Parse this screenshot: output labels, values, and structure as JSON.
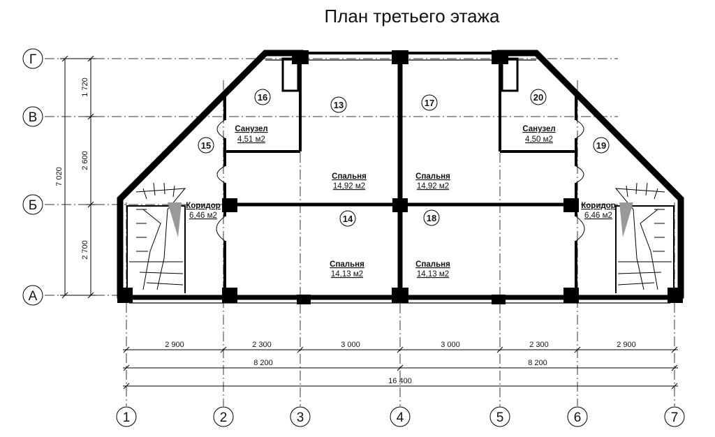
{
  "title": "План третьего этажа",
  "row_axes": [
    "Г",
    "В",
    "Б",
    "А"
  ],
  "col_axes": [
    "1",
    "2",
    "3",
    "4",
    "5",
    "6",
    "7"
  ],
  "rooms": [
    {
      "num": "13",
      "name": "Спальня",
      "area": "14,92 м2"
    },
    {
      "num": "14",
      "name": "Спальня",
      "area": "14,13 м2"
    },
    {
      "num": "15",
      "name": "Коридор",
      "area": "6,46 м2"
    },
    {
      "num": "16",
      "name": "Санузел",
      "area": "4,51 м2"
    },
    {
      "num": "17",
      "name": "Спальня",
      "area": "14,92 м2"
    },
    {
      "num": "18",
      "name": "Спальня",
      "area": "14,13 м2"
    },
    {
      "num": "19",
      "name": "Коридор",
      "area": "6,46 м2"
    },
    {
      "num": "20",
      "name": "Санузел",
      "area": "4,50 м2"
    }
  ],
  "dims_vertical": {
    "segments": [
      "1 720",
      "2 600",
      "2 700"
    ],
    "total": "7 020"
  },
  "dims_horizontal": {
    "row1": [
      "2 900",
      "2 300",
      "3 000",
      "3 000",
      "2 300",
      "2 900"
    ],
    "row2": [
      "8 200",
      "8 200"
    ],
    "total": "16 400"
  }
}
